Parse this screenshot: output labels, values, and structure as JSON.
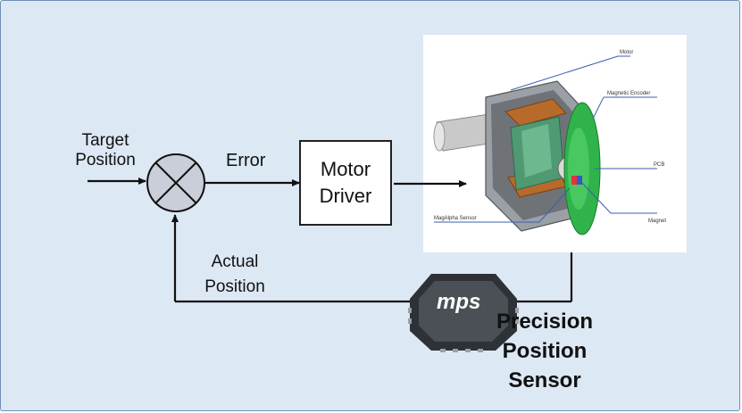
{
  "labels": {
    "target_position_line1": "Target",
    "target_position_line2": "Position",
    "error": "Error",
    "actual_position_line1": "Actual",
    "actual_position_line2": "Position",
    "motor_driver_line1": "Motor",
    "motor_driver_line2": "Driver",
    "sensor_line1": "Precision",
    "sensor_line2": "Position",
    "sensor_line3": "Sensor"
  },
  "motor_callouts": {
    "motor": "Motor",
    "magnetic_encoder": "Magnetic Encoder",
    "pcb": "PCB",
    "magnet": "Magnet",
    "magalpha_sensor": "MagAlpha Sensor"
  },
  "chip_logo": "mps",
  "colors": {
    "background": "#dce8f4",
    "frame_border": "#6f8fb8",
    "summing_junction": "#c9ced8",
    "pcb_green": "#2fb34a",
    "callout_line": "#3a5fb0"
  }
}
